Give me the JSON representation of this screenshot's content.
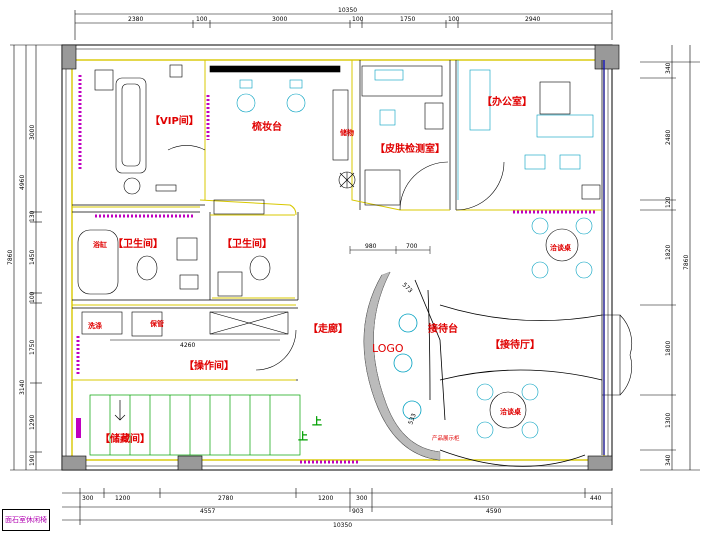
{
  "plan": {
    "rooms": {
      "vip": "【VIP间】",
      "makeup": "梳妆台",
      "skin_test": "【皮肤检测室】",
      "office": "【办公室】",
      "bath_left": "【卫生间】",
      "bath_right": "【卫生间】",
      "corridor": "【走廊】",
      "reception": "【接待厅】",
      "operation": "【操作间】",
      "storage": "【储藏间】",
      "counter": "接待台",
      "logo": "LOGO",
      "tea_area": "洽谈桌",
      "tea_area_2": "洽谈桌",
      "product_display": "产品展示柜",
      "bathtub": "浴缸",
      "up": "上",
      "up2": "上",
      "cabinet": "储物",
      "sink": "洗涤",
      "store": "保管"
    },
    "dims_top": {
      "total": "10350",
      "segments": [
        "2380",
        "100",
        "3000",
        "100",
        "1750",
        "100",
        "2940"
      ]
    },
    "dims_bottom": {
      "segments1": [
        "300",
        "1200",
        "2780",
        "1200",
        "300",
        "4150",
        "440"
      ],
      "segments2": [
        "4557",
        "903",
        "4590"
      ],
      "total": "10350"
    },
    "dims_left": {
      "outer": "7860",
      "mid": "4960",
      "segments": [
        "3000",
        "130",
        "1450",
        "100",
        "1750",
        "3140",
        "1290",
        "190"
      ]
    },
    "dims_right": {
      "outer": "7860",
      "segments": [
        "340",
        "2480",
        "120",
        "1820",
        "1800",
        "1300",
        "340"
      ]
    },
    "inner_dims": {
      "a": "980",
      "b": "700",
      "c": "4260",
      "d": "573",
      "e": "533"
    },
    "caption": "面石室休闲椅"
  }
}
